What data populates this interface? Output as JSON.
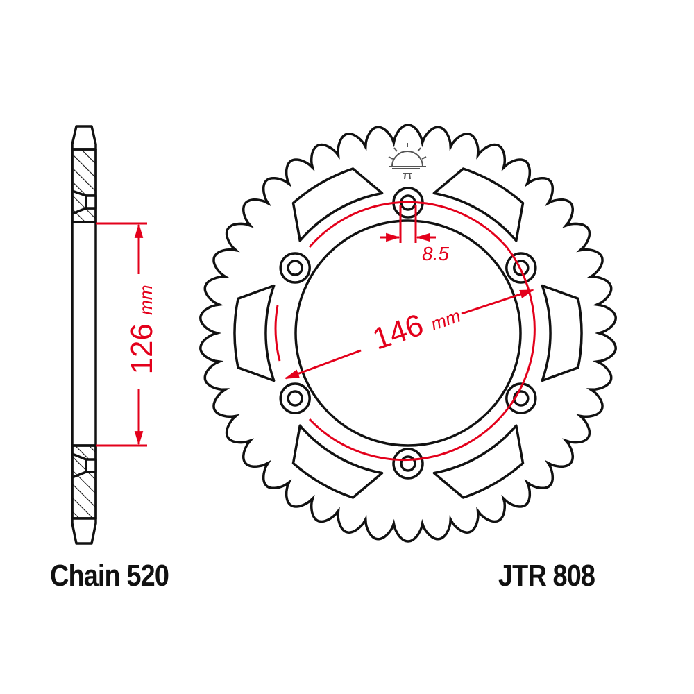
{
  "title": "JTR 808",
  "part_number": "JTR 808",
  "chain": "Chain 520",
  "dimensions": {
    "bolt_circle_diameter": {
      "value": "146",
      "unit": "mm"
    },
    "center_bore_diameter": {
      "value": "126",
      "unit": "mm"
    },
    "bolt_hole_diameter": {
      "value": "8.5"
    }
  },
  "features": {
    "bolt_holes": 6,
    "lightening_cutouts": 6,
    "teeth_approx": 42
  },
  "colors": {
    "outline": "#111111",
    "dimension": "#e3001b",
    "background": "#ffffff"
  },
  "icons": [
    "sun-logo-icon"
  ]
}
